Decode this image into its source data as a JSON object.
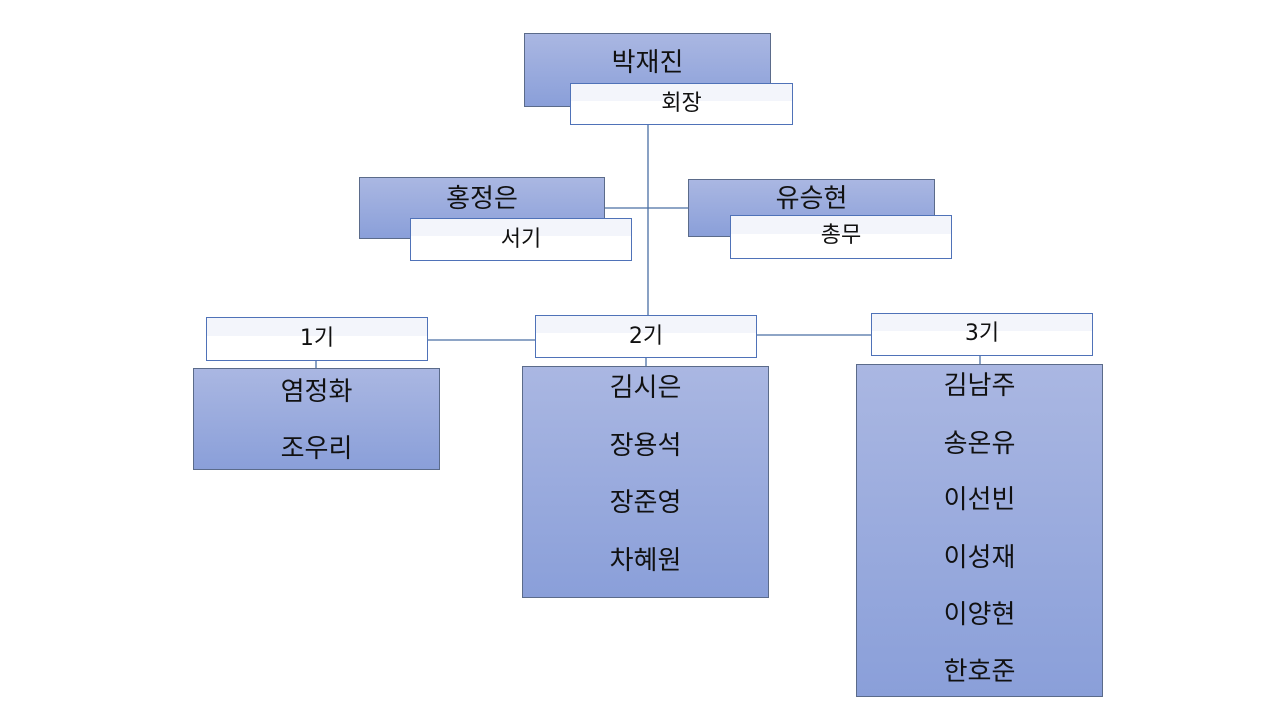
{
  "president": {
    "name": "박재진",
    "role": "회장"
  },
  "officers": [
    {
      "name": "홍정은",
      "role": "서기"
    },
    {
      "name": "유승현",
      "role": "총무"
    }
  ],
  "generations": [
    {
      "label": "1기",
      "members": [
        "염정화",
        "조우리"
      ]
    },
    {
      "label": "2기",
      "members": [
        "김시은",
        "장용석",
        "장준영",
        "차혜원"
      ]
    },
    {
      "label": "3기",
      "members": [
        "김남주",
        "송온유",
        "이선빈",
        "이성재",
        "이양현",
        "한호준"
      ]
    }
  ]
}
